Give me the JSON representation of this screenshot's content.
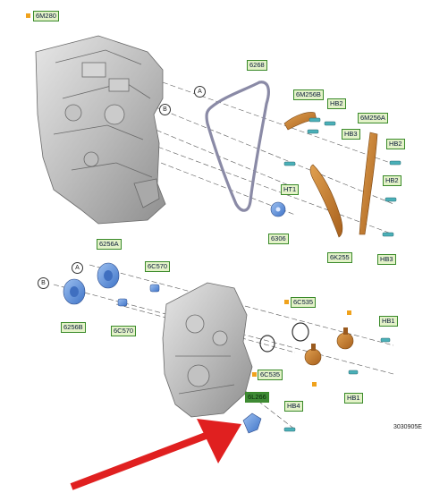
{
  "labels": {
    "engine": "6M280",
    "chain": "6268",
    "guide_b": "6M256B",
    "hb2_top": "HB2",
    "hb3_top": "HB3",
    "guide_a": "6M256A",
    "hb2_right1": "HB2",
    "hb2_right2": "HB2",
    "ht1": "HT1",
    "sprocket": "6306",
    "tensioner": "6K255",
    "hb3_bottom": "HB3",
    "seal_a": "6256A",
    "seal_b": "6256B",
    "bolt_a": "6C570",
    "bolt_b": "6C570",
    "oring_top": "6C535",
    "oring_bottom": "6C535",
    "hb1_top": "HB1",
    "hb1_bottom": "HB1",
    "plug": "6L266",
    "hb4": "HB4"
  },
  "callouts": {
    "a1": "A",
    "b1": "B",
    "a2": "A",
    "b2": "B"
  },
  "reference": "3030905E",
  "colors": {
    "label_bg": "#e3f2c8",
    "label_border": "#3a8a2a",
    "orange_part": "#c87a2a",
    "blue_part": "#5b8fd6",
    "arrow": "#e02020",
    "chain": "#8a8aa6"
  }
}
